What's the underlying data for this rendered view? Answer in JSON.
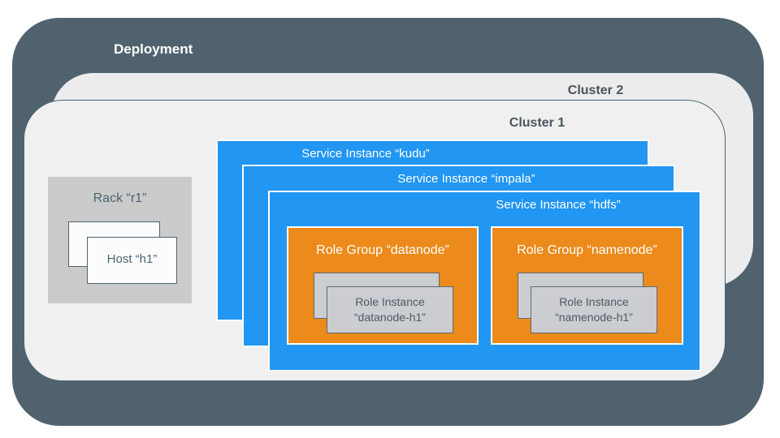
{
  "colors": {
    "page_bg": "#ffffff",
    "slate": "#50626E",
    "cluster2_bg": "#ECECEC",
    "cluster1_bg": "#F0F0F0",
    "border_slate": "#4A6572",
    "rack_bg": "#CBCBCB",
    "blue": "#2196F3",
    "orange": "#EC8A1B",
    "instance_bg": "#CBCDD0",
    "instance_border": "#5E6A74",
    "text_dark": "#47545F",
    "text_instance": "#4C5A66"
  },
  "deployment": {
    "label": "Deployment"
  },
  "cluster2": {
    "label": "Cluster 2"
  },
  "cluster1": {
    "label": "Cluster 1"
  },
  "rack": {
    "label": "Rack “r1”",
    "host": {
      "label": "Host “h1”"
    }
  },
  "services": [
    {
      "id": "kudu",
      "label": "Service Instance “kudu”"
    },
    {
      "id": "impala",
      "label": "Service Instance “impala”"
    },
    {
      "id": "hdfs",
      "label": "Service Instance “hdfs”"
    }
  ],
  "role_groups": [
    {
      "id": "datanode",
      "label": "Role Group “datanode”",
      "instance": {
        "line1": "Role Instance",
        "line2": "“datanode-h1”"
      }
    },
    {
      "id": "namenode",
      "label": "Role Group “namenode”",
      "instance": {
        "line1": "Role Instance",
        "line2": "“namenode-h1”"
      }
    }
  ]
}
